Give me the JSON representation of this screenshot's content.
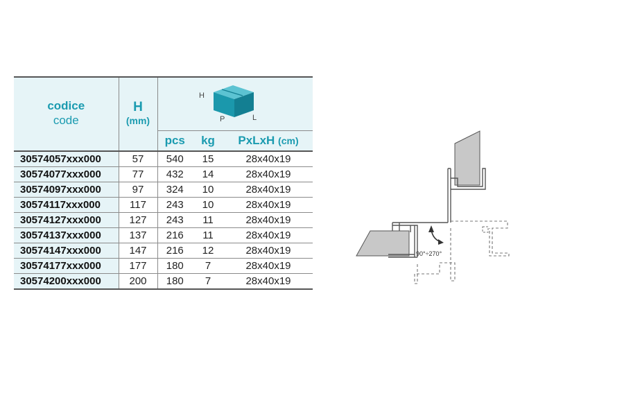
{
  "header": {
    "codice_it": "codice",
    "codice_en": "code",
    "h_label": "H",
    "h_unit": "(mm)",
    "box_labels": {
      "h": "H",
      "p": "P",
      "l": "L"
    },
    "pcs": "pcs",
    "kg": "kg",
    "pxlxh": "PxLxH",
    "pxlxh_unit": "(cm)"
  },
  "rows": [
    {
      "code": "30574057xxx000",
      "h": "57",
      "pcs": "540",
      "kg": "15",
      "dims": "28x40x19"
    },
    {
      "code": "30574077xxx000",
      "h": "77",
      "pcs": "432",
      "kg": "14",
      "dims": "28x40x19"
    },
    {
      "code": "30574097xxx000",
      "h": "97",
      "pcs": "324",
      "kg": "10",
      "dims": "28x40x19"
    },
    {
      "code": "30574117xxx000",
      "h": "117",
      "pcs": "243",
      "kg": "10",
      "dims": "28x40x19"
    },
    {
      "code": "30574127xxx000",
      "h": "127",
      "pcs": "243",
      "kg": "11",
      "dims": "28x40x19"
    },
    {
      "code": "30574137xxx000",
      "h": "137",
      "pcs": "216",
      "kg": "11",
      "dims": "28x40x19"
    },
    {
      "code": "30574147xxx000",
      "h": "147",
      "pcs": "216",
      "kg": "12",
      "dims": "28x40x19"
    },
    {
      "code": "30574177xxx000",
      "h": "177",
      "pcs": "180",
      "kg": "7",
      "dims": "28x40x19"
    },
    {
      "code": "30574200xxx000",
      "h": "200",
      "pcs": "180",
      "kg": "7",
      "dims": "28x40x19"
    }
  ],
  "diagram": {
    "angle_label": "90°÷270°"
  },
  "icons": {
    "box": "shipping-box-icon",
    "rotation": "rotation-arrow-icon"
  },
  "colors": {
    "accent": "#1b9bb0",
    "header_bg": "#e6f4f7",
    "box": "#1e9db1"
  }
}
